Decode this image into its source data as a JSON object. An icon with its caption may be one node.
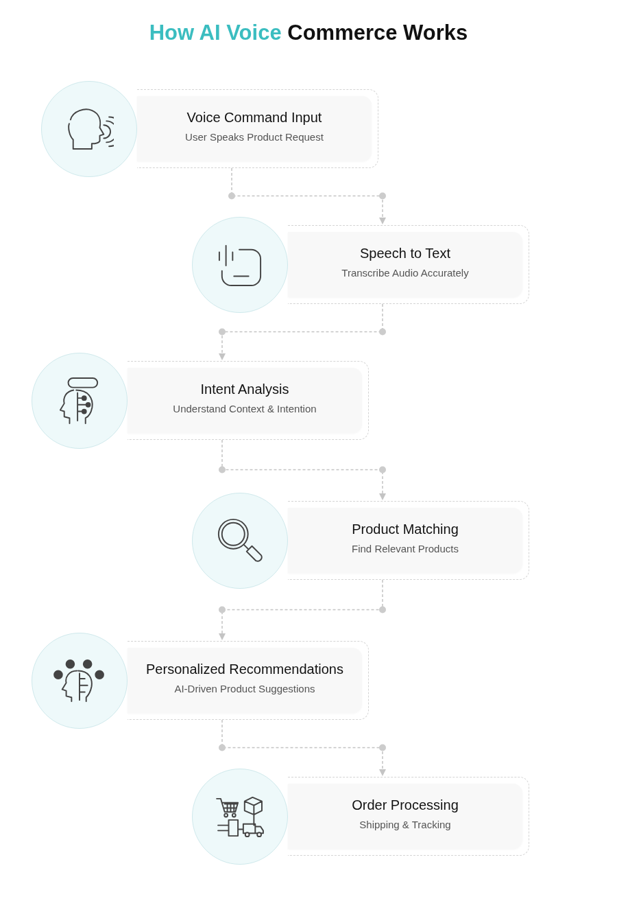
{
  "diagram": {
    "title": "**How AI Voice** Commerce Works",
    "nodes": [
      {
        "text": [
          "Voice Command Input",
          "User Speaks Product Request"
        ]
      },
      {
        "text": [
          "Speech to Text",
          "Transcribe Audio Accurately"
        ]
      },
      {
        "text": [
          "Intent Analysis",
          "Understand Context & Intention"
        ]
      },
      {
        "text": [
          "Product Matching",
          "Find Relevant Products"
        ]
      },
      {
        "text": [
          "Personalized Recommendations",
          "AI-Driven Product Suggestions"
        ]
      },
      {
        "text": [
          "Order Processing",
          "Shipping & Tracking"
        ]
      }
    ],
    "edges": [
      {
        "from": 0,
        "to": 1,
        "arrow": "to",
        "style": "dashed"
      },
      {
        "from": 1,
        "to": 2,
        "arrow": "to",
        "style": "dashed"
      },
      {
        "from": 2,
        "to": 3,
        "arrow": "to",
        "style": "dashed"
      },
      {
        "from": 3,
        "to": 4,
        "arrow": "to",
        "style": "dashed"
      },
      {
        "from": 4,
        "to": 5,
        "arrow": "to",
        "style": "dashed"
      }
    ]
  }
}
